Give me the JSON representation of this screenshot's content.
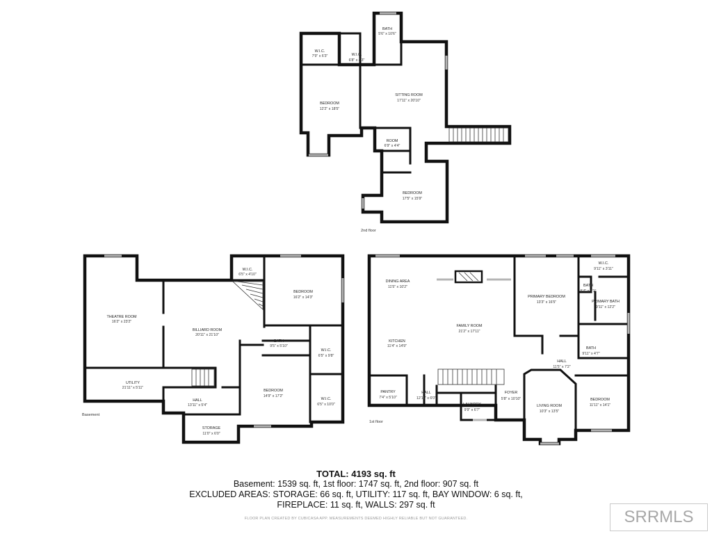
{
  "floors": {
    "second": {
      "label": "2nd floor",
      "rooms": [
        {
          "key": "bath",
          "name": "BATH",
          "dim": "5'6\" x 10'6\""
        },
        {
          "key": "wic1",
          "name": "W.I.C.",
          "dim": "7'9\" x 6'3\""
        },
        {
          "key": "wic2",
          "name": "W.I.C.",
          "dim": "6'8\" x 4'3\""
        },
        {
          "key": "bedroom1",
          "name": "BEDROOM",
          "dim": "12'2\" x 18'5\""
        },
        {
          "key": "sitting",
          "name": "SITTING ROOM",
          "dim": "17'11\" x 20'10\""
        },
        {
          "key": "room",
          "name": "ROOM",
          "dim": "6'9\" x 4'4\""
        },
        {
          "key": "bedroom2",
          "name": "BEDROOM",
          "dim": "17'5\" x 15'9\""
        }
      ]
    },
    "basement": {
      "label": "Basement",
      "rooms": [
        {
          "key": "theatre",
          "name": "THEATRE ROOM",
          "dim": "16'2\" x 23'2\""
        },
        {
          "key": "billiard",
          "name": "BILLIARD ROOM",
          "dim": "20'11\" x 21'10\""
        },
        {
          "key": "wic",
          "name": "W.I.C.",
          "dim": "6'5\" x 4'10\""
        },
        {
          "key": "bedroom1",
          "name": "BEDROOM",
          "dim": "16'2\" x 14'3\""
        },
        {
          "key": "bath",
          "name": "BATH",
          "dim": "9'5\" x 5'10\""
        },
        {
          "key": "wic2",
          "name": "W.I.C.",
          "dim": "6'5\" x 9'8\""
        },
        {
          "key": "utility",
          "name": "UTILITY",
          "dim": "21'11\" x 5'11\""
        },
        {
          "key": "hall",
          "name": "HALL",
          "dim": "13'11\" x 5'4\""
        },
        {
          "key": "bedroom2",
          "name": "BEDROOM",
          "dim": "14'9\" x 17'2\""
        },
        {
          "key": "wic3",
          "name": "W.I.C.",
          "dim": "6'5\" x 10'0\""
        },
        {
          "key": "storage",
          "name": "STORAGE",
          "dim": "11'0\" x 6'0\""
        }
      ]
    },
    "first": {
      "label": "1st floor",
      "rooms": [
        {
          "key": "dining",
          "name": "DINING AREA",
          "dim": "11'5\" x 10'2\""
        },
        {
          "key": "primary_bedroom",
          "name": "PRIMARY BEDROOM",
          "dim": "13'3\" x 16'5\""
        },
        {
          "key": "wic",
          "name": "W.I.C.",
          "dim": "9'11\" x 3'11\""
        },
        {
          "key": "bath_small",
          "name": "BATH",
          "dim": "5'4\" x 4'1\""
        },
        {
          "key": "primary_bath",
          "name": "PRIMARY BATH",
          "dim": "9'11\" x 12'2\""
        },
        {
          "key": "family",
          "name": "FAMILY ROOM",
          "dim": "21'2\" x 17'11\""
        },
        {
          "key": "kitchen",
          "name": "KITCHEN",
          "dim": "11'4\" x 14'9\""
        },
        {
          "key": "bath2",
          "name": "BATH",
          "dim": "9'11\" x 4'7\""
        },
        {
          "key": "hall_right",
          "name": "HALL",
          "dim": "11'5\" x 7'2\""
        },
        {
          "key": "pantry",
          "name": "PANTRY",
          "dim": "7'4\" x 5'10\""
        },
        {
          "key": "hall_left",
          "name": "HALL",
          "dim": "12'11\" x 6'0\""
        },
        {
          "key": "laundry",
          "name": "LAUNDRY",
          "dim": "9'9\" x 6'7\""
        },
        {
          "key": "foyer",
          "name": "FOYER",
          "dim": "5'8\" x 10'10\""
        },
        {
          "key": "living",
          "name": "LIVING ROOM",
          "dim": "10'3\" x 13'5\""
        },
        {
          "key": "bedroom",
          "name": "BEDROOM",
          "dim": "11'11\" x 14'1\""
        }
      ]
    }
  },
  "summary": {
    "total": "TOTAL: 4193 sq. ft",
    "line1": "Basement: 1539 sq. ft, 1st floor: 1747 sq. ft, 2nd floor: 907 sq. ft",
    "line2": "EXCLUDED AREAS: STORAGE: 66 sq. ft, UTILITY: 117 sq. ft, BAY WINDOW: 6 sq. ft,",
    "line3": "FIREPLACE: 11 sq. ft, WALLS: 297 sq. ft"
  },
  "disclaimer": "FLOOR PLAN CREATED BY CUBICASA APP. MEASUREMENTS DEEMED HIGHLY RELIABLE BUT NOT GUARANTEED.",
  "watermark": "SRRMLS"
}
